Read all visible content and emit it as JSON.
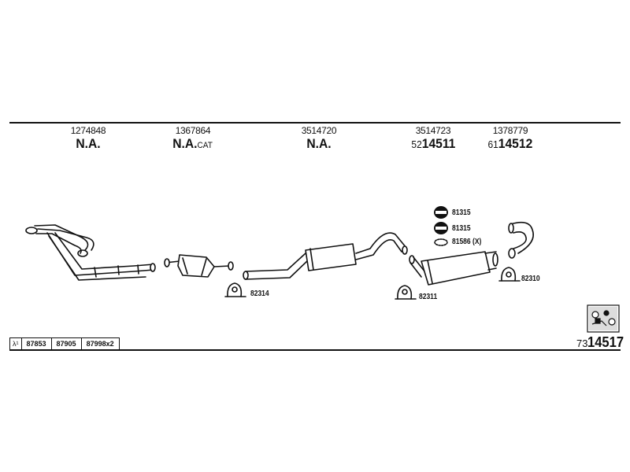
{
  "columns": [
    {
      "number": "1274848",
      "label": "N.A.",
      "suffix": ""
    },
    {
      "number": "1367864",
      "label": "N.A.",
      "suffix": "CAT"
    },
    {
      "number": "3514720",
      "label": "N.A.",
      "suffix": ""
    },
    {
      "number": "3514723",
      "prefix": "52",
      "label": "14511",
      "suffix": ""
    },
    {
      "number": "1378779",
      "prefix": "61",
      "label": "14512",
      "suffix": ""
    }
  ],
  "parts": {
    "clamp_82314": "82314",
    "clamp_82311": "82311",
    "clamp_82310": "82310",
    "mount_1": "81315",
    "mount_2": "81315",
    "gasket": "81586 (X)"
  },
  "parts_box": {
    "symbol": "λ¹",
    "items": [
      "87853",
      "87905",
      "87998x2"
    ]
  },
  "kit_code": {
    "prefix": "73",
    "number": "14517"
  }
}
